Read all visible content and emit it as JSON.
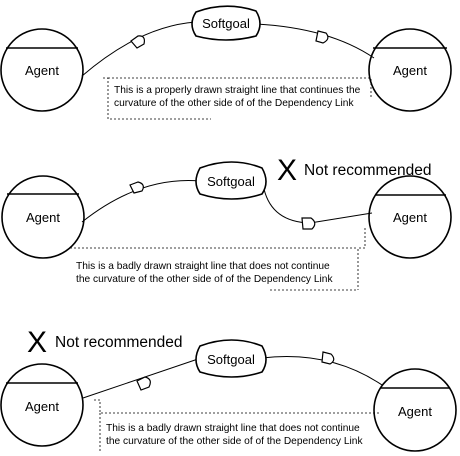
{
  "panels": [
    {
      "agent_left": "Agent",
      "agent_right": "Agent",
      "softgoal": "Softgoal",
      "note_lines": [
        "This is a properly drawn straight line that continues the",
        "curvature of the other side of of the Dependency Link"
      ]
    },
    {
      "agent_left": "Agent",
      "agent_right": "Agent",
      "softgoal": "Softgoal",
      "warning_mark": "X",
      "warning_text": "Not recommended",
      "note_lines": [
        "This is a badly drawn straight line that does not continue",
        "the curvature of the other side of of the Dependency Link"
      ]
    },
    {
      "agent_left": "Agent",
      "agent_right": "Agent",
      "softgoal": "Softgoal",
      "warning_mark": "X",
      "warning_text": "Not recommended",
      "note_lines": [
        "This is a badly drawn straight line that does not continue",
        "the curvature of the other side of of the Dependency Link"
      ]
    }
  ]
}
